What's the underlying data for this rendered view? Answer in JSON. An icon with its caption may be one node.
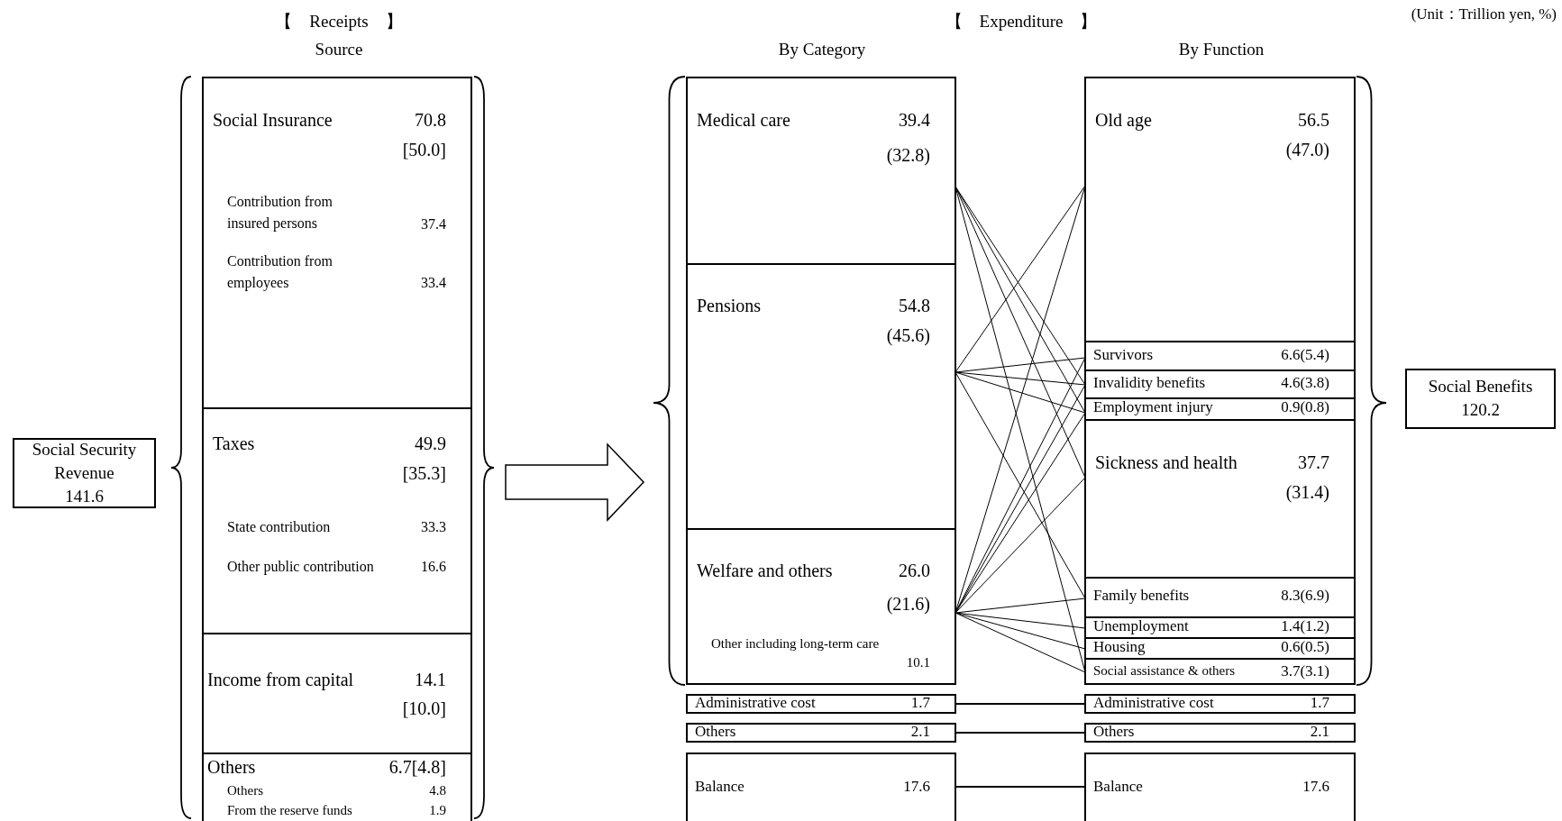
{
  "diagram": {
    "nodes": [
      {
        "text": [
          "Social Security Revenue",
          "141.6"
        ]
      },
      {
        "text": [
          "Social Insurance",
          "70.8",
          "[50.0]",
          "Contribution from insured persons",
          "37.4",
          "Contribution from employees",
          "33.4"
        ]
      },
      {
        "text": [
          "Taxes",
          "49.9",
          "[35.3]",
          "State contribution",
          "33.3",
          "Other public contribution",
          "16.6"
        ]
      },
      {
        "text": [
          "Income from capital",
          "14.1",
          "[10.0]"
        ]
      },
      {
        "text": [
          "Others",
          "6.7[4.8]",
          "Others",
          "4.8",
          "From the reserve funds",
          "1.9"
        ]
      },
      {
        "text": [
          "Medical care",
          "39.4",
          "(32.8)"
        ]
      },
      {
        "text": [
          "Pensions",
          "54.8",
          "(45.6)"
        ]
      },
      {
        "text": [
          "Welfare and others",
          "26.0",
          "(21.6)",
          "Other including long-term care",
          "10.1"
        ]
      },
      {
        "text": [
          "Administrative cost",
          "1.7"
        ]
      },
      {
        "text": [
          "Others",
          "2.1"
        ]
      },
      {
        "text": [
          "Balance",
          "17.6"
        ]
      },
      {
        "text": [
          "Old age",
          "56.5",
          "(47.0)"
        ]
      },
      {
        "text": [
          "Survivors",
          "6.6(5.4)"
        ]
      },
      {
        "text": [
          "Invalidity benefits",
          "4.6(3.8)"
        ]
      },
      {
        "text": [
          "Employment injury",
          "0.9(0.8)"
        ]
      },
      {
        "text": [
          "Sickness and health",
          "37.7",
          "(31.4)"
        ]
      },
      {
        "text": [
          "Family benefits",
          "8.3(6.9)"
        ]
      },
      {
        "text": [
          "Unemployment",
          "1.4(1.2)"
        ]
      },
      {
        "text": [
          "Housing",
          "0.6(0.5)"
        ]
      },
      {
        "text": [
          "Social assistance & others",
          "3.7(3.1)"
        ]
      },
      {
        "text": [
          "Administrative cost",
          "1.7"
        ]
      },
      {
        "text": [
          "Others",
          "2.1"
        ]
      },
      {
        "text": [
          "Balance",
          "17.6"
        ]
      },
      {
        "text": [
          "Social Benefits",
          "120.2"
        ]
      }
    ],
    "edges": [
      {
        "from": 5,
        "to": 13,
        "arrow": "none"
      },
      {
        "from": 5,
        "to": 14,
        "arrow": "none"
      },
      {
        "from": 5,
        "to": 15,
        "arrow": "none"
      },
      {
        "from": 5,
        "to": 19,
        "arrow": "none"
      },
      {
        "from": 6,
        "to": 11,
        "arrow": "none"
      },
      {
        "from": 6,
        "to": 12,
        "arrow": "none"
      },
      {
        "from": 6,
        "to": 13,
        "arrow": "none"
      },
      {
        "from": 6,
        "to": 14,
        "arrow": "none"
      },
      {
        "from": 6,
        "to": 16,
        "arrow": "none"
      },
      {
        "from": 7,
        "to": 11,
        "arrow": "none"
      },
      {
        "from": 7,
        "to": 12,
        "arrow": "none"
      },
      {
        "from": 7,
        "to": 13,
        "arrow": "none"
      },
      {
        "from": 7,
        "to": 14,
        "arrow": "none"
      },
      {
        "from": 7,
        "to": 15,
        "arrow": "none"
      },
      {
        "from": 7,
        "to": 16,
        "arrow": "none"
      },
      {
        "from": 7,
        "to": 17,
        "arrow": "none"
      },
      {
        "from": 7,
        "to": 18,
        "arrow": "none"
      },
      {
        "from": 7,
        "to": 19,
        "arrow": "none"
      },
      {
        "from": 8,
        "to": 20,
        "arrow": "none"
      },
      {
        "from": 9,
        "to": 21,
        "arrow": "none"
      },
      {
        "from": 10,
        "to": 22,
        "arrow": "none"
      },
      {
        "from": 2,
        "to": 6,
        "arrow": "to"
      }
    ],
    "labels": [
      "【　Receipts　】",
      "【　Expenditure　】",
      "(Unit：Trillion yen, %)",
      "Source",
      "By Category",
      "By Function"
    ]
  }
}
